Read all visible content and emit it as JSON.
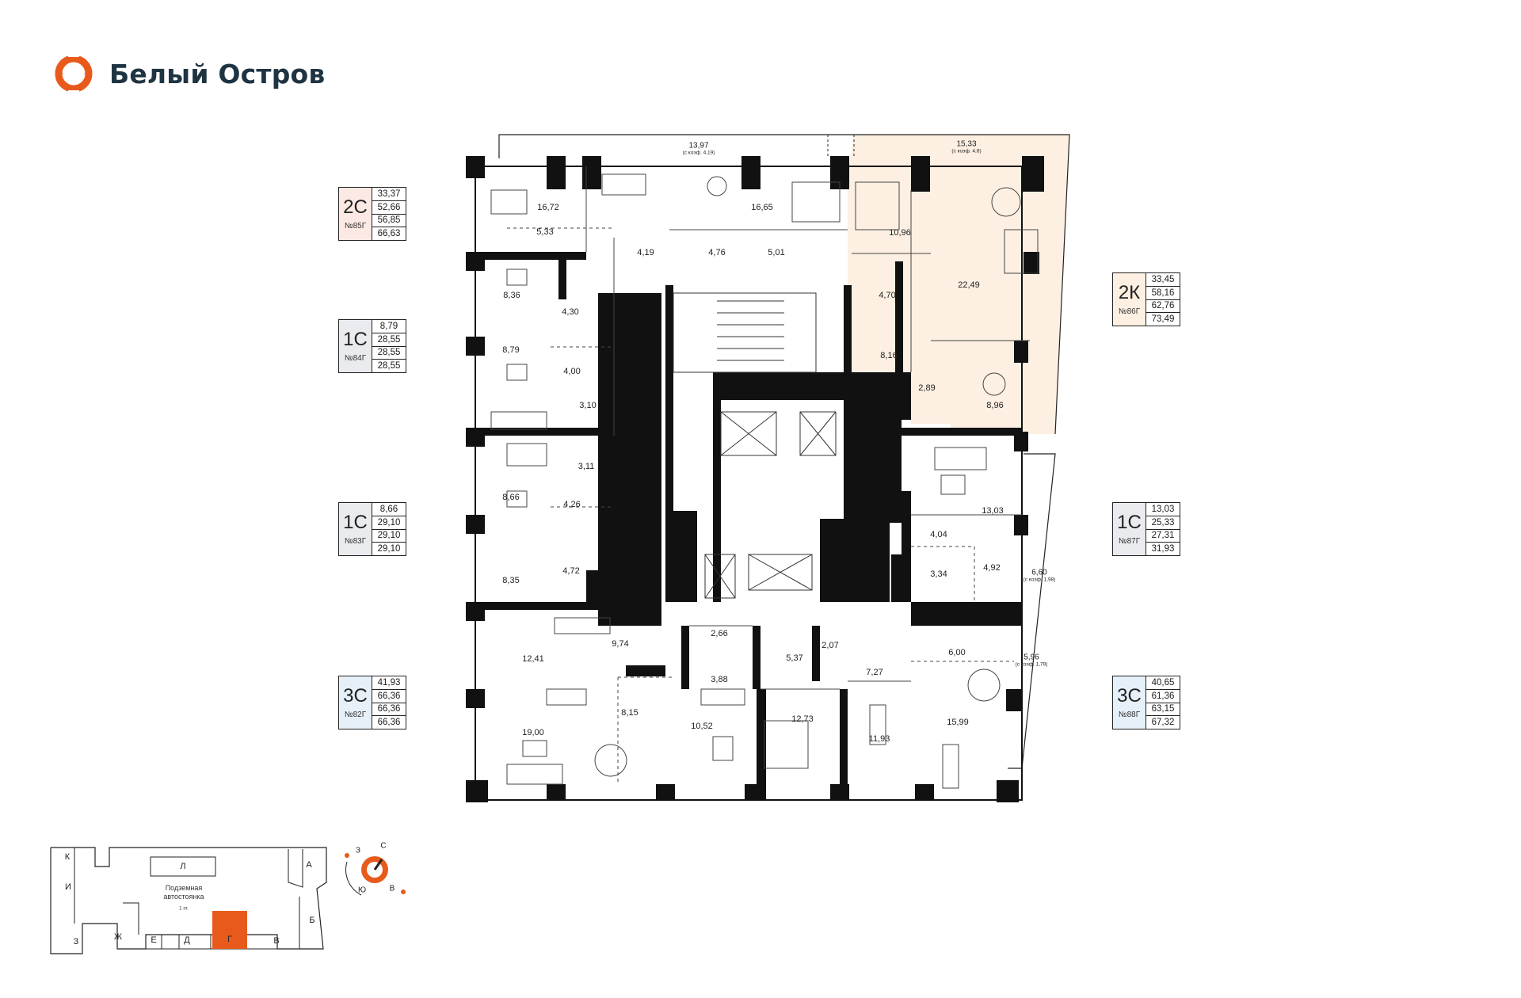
{
  "brand": {
    "name": "Белый Остров",
    "color": "#e85a1c",
    "text_color": "#1e3442"
  },
  "cards": [
    {
      "id": "85",
      "type": "2С",
      "number": "№85Г",
      "areas": [
        "33,37",
        "52,66",
        "56,85",
        "66,63"
      ],
      "color": "#fce9e3"
    },
    {
      "id": "84",
      "type": "1С",
      "number": "№84Г",
      "areas": [
        "8,79",
        "28,55",
        "28,55",
        "28,55"
      ],
      "color": "#e9ebef"
    },
    {
      "id": "83",
      "type": "1С",
      "number": "№83Г",
      "areas": [
        "8,66",
        "29,10",
        "29,10",
        "29,10"
      ],
      "color": "#e9ebef"
    },
    {
      "id": "82",
      "type": "3С",
      "number": "№82Г",
      "areas": [
        "41,93",
        "66,36",
        "66,36",
        "66,36"
      ],
      "color": "#e6f0f8"
    },
    {
      "id": "86",
      "type": "2К",
      "number": "№86Г",
      "areas": [
        "33,45",
        "58,16",
        "62,76",
        "73,49"
      ],
      "color": "#fdf0e2"
    },
    {
      "id": "87",
      "type": "1С",
      "number": "№87Г",
      "areas": [
        "13,03",
        "25,33",
        "27,31",
        "31,93"
      ],
      "color": "#e9ebef"
    },
    {
      "id": "88",
      "type": "3С",
      "number": "№88Г",
      "areas": [
        "40,65",
        "61,36",
        "63,15",
        "67,32"
      ],
      "color": "#e6f0f8"
    }
  ],
  "plan": {
    "highlight_color": "#fdf0e2",
    "rooms": [
      "16,72",
      "16,65",
      "5,33",
      "4,19",
      "4,76",
      "5,01",
      "10,96",
      "22,49",
      "4,70",
      "8,36",
      "4,30",
      "8,79",
      "4,00",
      "3,10",
      "8,16",
      "2,89",
      "8,96",
      "3,11",
      "8,66",
      "4,26",
      "13,03",
      "4,04",
      "4,72",
      "8,35",
      "3,34",
      "4,92",
      "2,66",
      "9,74",
      "12,41",
      "3,88",
      "5,37",
      "2,07",
      "7,27",
      "6,00",
      "8,15",
      "19,00",
      "10,52",
      "12,73",
      "11,93",
      "15,99"
    ],
    "balconies": [
      {
        "area": "13,97",
        "note": "(с коэф. 4,19)"
      },
      {
        "area": "15,33",
        "note": "(с коэф. 4,6)"
      },
      {
        "area": "6,60",
        "note": "(с коэф. 1,98)"
      },
      {
        "area": "5,96",
        "note": "(с коэф. 1,79)"
      }
    ]
  },
  "minimap": {
    "sections": [
      "К",
      "Л",
      "А",
      "И",
      "Б",
      "З",
      "Ж",
      "Е",
      "Д",
      "Г",
      "В"
    ],
    "active_section": "Г",
    "active_color": "#e85a1c",
    "parking_label": "Подземная автостоянка",
    "parking_sub": "1 эт."
  },
  "compass": {
    "north": "С",
    "west": "З",
    "south": "Ю",
    "east": "В"
  }
}
